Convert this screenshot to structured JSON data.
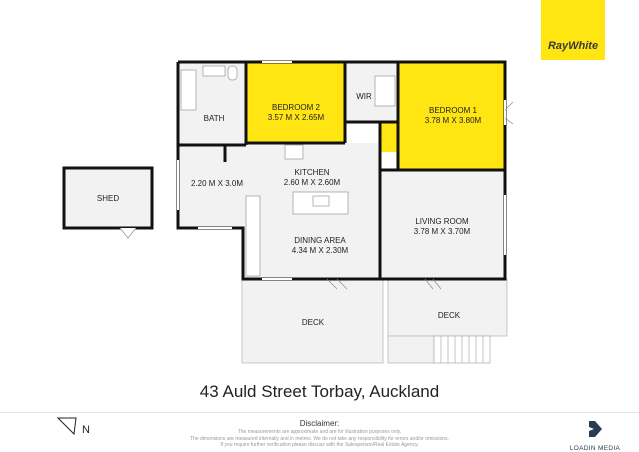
{
  "brand": {
    "name": "RayWhite",
    "color": "#ffe512"
  },
  "rooms": {
    "bath": {
      "name": "BATH"
    },
    "bedroom2": {
      "name": "BEDROOM 2",
      "size": "3.57 M X 2.65M"
    },
    "wir": {
      "name": "WIR"
    },
    "bedroom1": {
      "name": "BEDROOM 1",
      "size": "3.78 M X 3.80M"
    },
    "laundry": {
      "size": "2.20 M X 3.0M"
    },
    "kitchen": {
      "name": "KITCHEN",
      "size": "2.60 M X 2.60M"
    },
    "dining": {
      "name": "DINING AREA",
      "size": "4.34 M X 2.30M"
    },
    "living": {
      "name": "LIVING ROOM",
      "size": "3.78 M X 3.70M"
    },
    "deck_left": {
      "name": "DECK"
    },
    "deck_right": {
      "name": "DECK"
    },
    "shed": {
      "name": "SHED"
    }
  },
  "colors": {
    "highlight": "#ffe512",
    "floor": "#f2f2f2",
    "wall": "#111111"
  },
  "address": "43 Auld Street Torbay, Auckland",
  "compass": {
    "label": "N"
  },
  "disclaimer": {
    "heading": "Disclaimer:",
    "lines": [
      "The measurements are approximate and are for illustration purposes only.",
      "The dimensions are measured internally and in metres. We do not take any responsibility for errors and/or omissions.",
      "If you require further verification please discuss with the Salesperson/Real Estate Agency."
    ]
  },
  "producer": {
    "name": "LOADIN MEDIA"
  }
}
